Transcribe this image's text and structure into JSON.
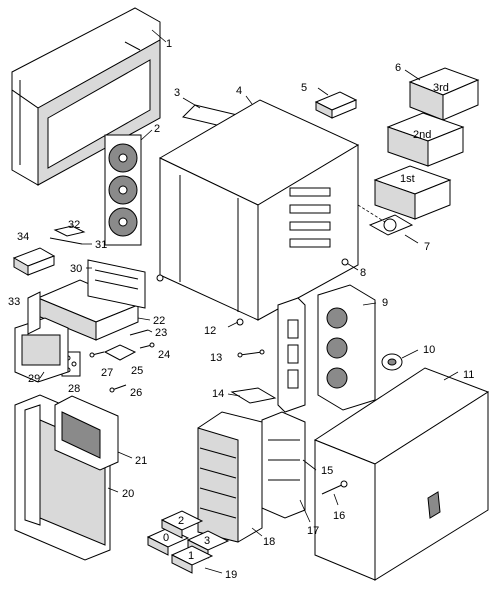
{
  "callouts": {
    "c1": "1",
    "c2": "2",
    "c3": "3",
    "c4": "4",
    "c5": "5",
    "c6": "6",
    "c7": "7",
    "c8": "8",
    "c9": "9",
    "c10": "10",
    "c11": "11",
    "c12": "12",
    "c13": "13",
    "c14": "14",
    "c15": "15",
    "c16": "16",
    "c17": "17",
    "c18": "18",
    "c19": "19",
    "c20": "20",
    "c21": "21",
    "c22": "22",
    "c23": "23",
    "c24": "24",
    "c25": "25",
    "c26": "26",
    "c27": "27",
    "c28": "28",
    "c29": "29",
    "c30": "30",
    "c31": "31",
    "c32": "32",
    "c33": "33",
    "c34": "34"
  },
  "bay_labels": {
    "third": "3rd",
    "second": "2nd",
    "first": "1st"
  },
  "drive_labels": {
    "d0": "0",
    "d1": "1",
    "d2": "2",
    "d3": "3"
  }
}
